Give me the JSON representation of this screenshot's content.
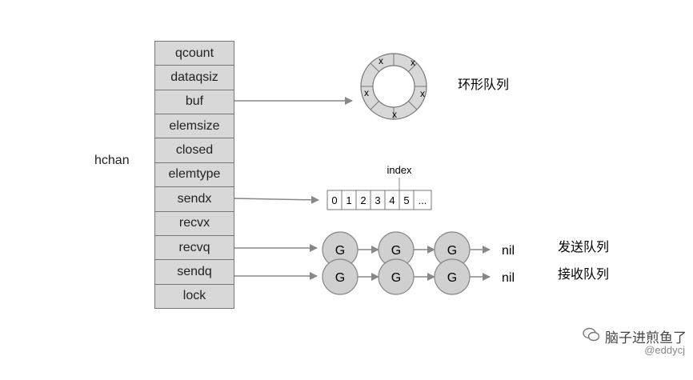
{
  "hchan_label": "hchan",
  "fields": [
    "qcount",
    "dataqsiz",
    "buf",
    "elemsize",
    "closed",
    "elemtype",
    "sendx",
    "recvx",
    "recvq",
    "sendq",
    "lock"
  ],
  "ring": {
    "label": "环形队列",
    "marks": [
      "x",
      "x",
      "x",
      "x",
      "x"
    ]
  },
  "array": {
    "index_label": "index",
    "cells": [
      "0",
      "1",
      "2",
      "3",
      "4",
      "5",
      "..."
    ],
    "highlight_index": 4
  },
  "queues": [
    {
      "label": "发送队列",
      "nodes": [
        "G",
        "G",
        "G"
      ],
      "tail": "nil"
    },
    {
      "label": "接收队列",
      "nodes": [
        "G",
        "G",
        "G"
      ],
      "tail": "nil"
    }
  ],
  "watermark": {
    "name": "脑子进煎鱼了",
    "handle": "@eddycj"
  },
  "colors": {
    "field_bg": "#d8d8d8",
    "node_bg": "#d0d0d0",
    "line": "#888888"
  }
}
